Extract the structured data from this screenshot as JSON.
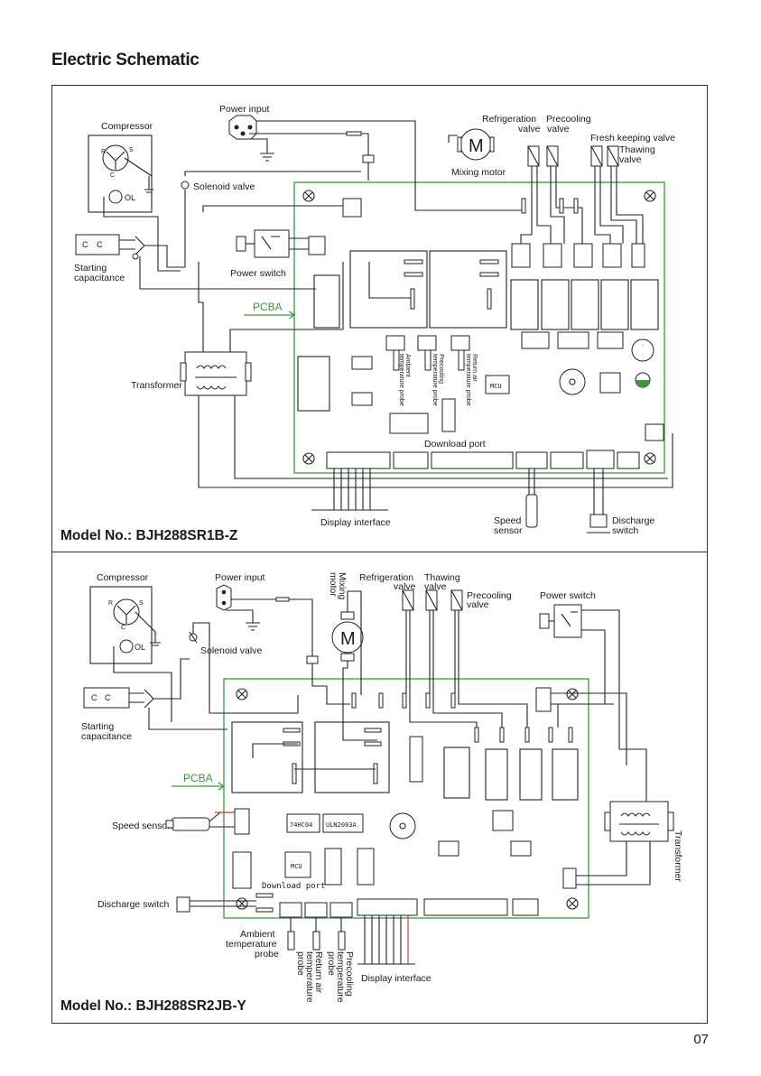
{
  "page": {
    "title": "Electric Schematic",
    "page_number": "07"
  },
  "top": {
    "model": "Model No.: BJH288SR1B-Z",
    "labels": {
      "power_input": "Power input",
      "compressor": "Compressor",
      "solenoid_valve": "Solenoid valve",
      "starting": "Starting",
      "capacitance": "capacitance",
      "power_switch": "Power switch",
      "pcba": "PCBA",
      "transformer": "Transformer",
      "refrigeration": "Refrigeration",
      "refrigeration_valve": "valve",
      "precooling": "Precooling",
      "precooling_valve": "valve",
      "fresh_keeping_valve": "Fresh keeping valve",
      "thawing": "Thawing",
      "thawing_valve": "valve",
      "mixing_motor": "Mixing motor",
      "ambient_probe_1": "Ambient",
      "ambient_probe_2": "temperature probe",
      "precooling_probe_1": "Precooling",
      "precooling_probe_2": "temperature probe",
      "return_air_probe_1": "Return air",
      "return_air_probe_2": "temperature probe",
      "mcu": "MCU",
      "download_port": "Download port",
      "display_interface": "Display interface",
      "speed": "Speed",
      "sensor": "sensor",
      "discharge": "Discharge",
      "switch": "switch",
      "s": "S",
      "r": "R",
      "c": "C",
      "ol": "OL",
      "cap1": "C",
      "cap2": "C",
      "m": "M"
    }
  },
  "bottom": {
    "model": "Model No.: BJH288SR2JB-Y",
    "labels": {
      "compressor": "Compressor",
      "power_input": "Power input",
      "mixing_motor_1": "Mixing",
      "mixing_motor_2": "motor",
      "refrigeration": "Refrigeration",
      "refrigeration_valve": "valve",
      "thawing": "Thawing",
      "thawing_valve": "valve",
      "precooling": "Precooling",
      "precooling_valve": "valve",
      "power_switch": "Power switch",
      "solenoid_valve": "Solenoid valve",
      "starting": "Starting",
      "capacitance": "capacitance",
      "pcba": "PCBA",
      "speed_sensor": "Speed sensor",
      "chip_1": "74HC04",
      "chip_2": "ULN2003A",
      "mcu": "MCU",
      "download_port": "Download port",
      "discharge_switch": "Discharge switch",
      "ambient_1": "Ambient",
      "ambient_2": "temperature",
      "ambient_3": "probe",
      "return_air_1": "Return air",
      "return_air_2": "temperature",
      "return_air_3": "probe",
      "precooling_probe_1": "Precooling",
      "precooling_probe_2": "temperature",
      "precooling_probe_3": "probe",
      "display_interface": "Display interface",
      "transformer": "Transformer",
      "s": "S",
      "r": "R",
      "c": "C",
      "ol": "OL",
      "cap1": "C",
      "cap2": "C",
      "m": "M"
    }
  }
}
